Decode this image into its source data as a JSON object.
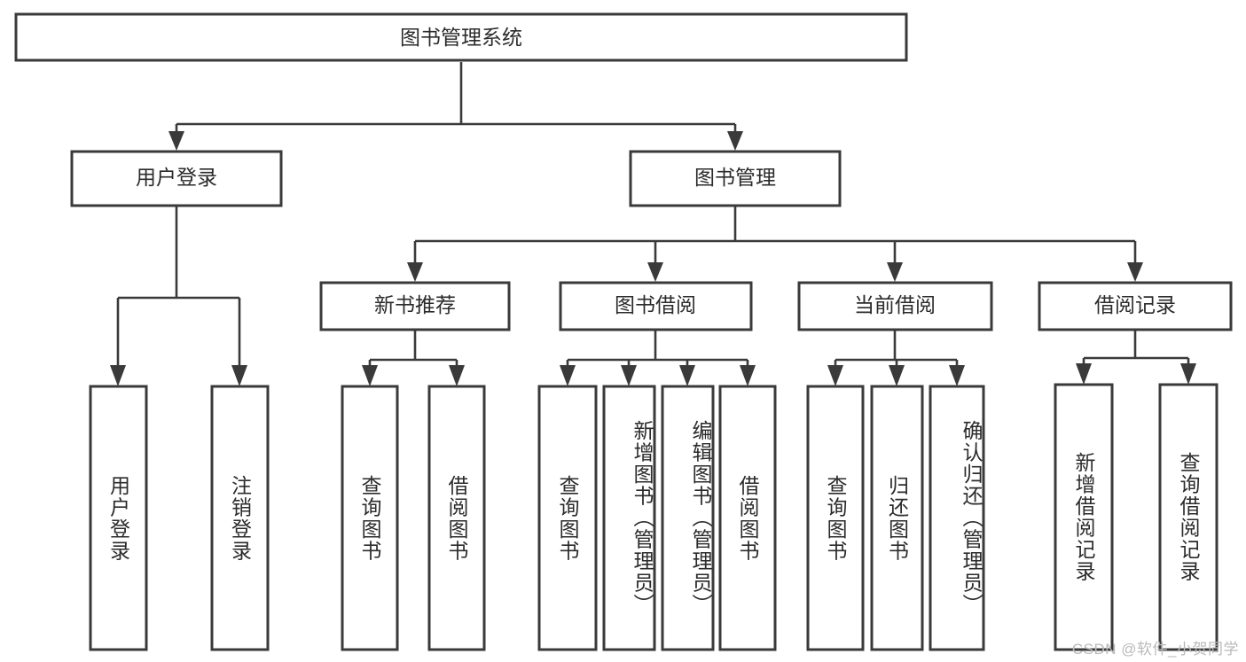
{
  "diagram": {
    "type": "tree",
    "title": "图书管理系统",
    "watermark": "CSDN @软件_小贺同学",
    "colors": {
      "box_stroke": "#3a3a3a",
      "box_fill": "#ffffff",
      "line": "#3a3a3a",
      "text": "#2b2b2b",
      "background": "#ffffff",
      "watermark_text": "#b9b9b9"
    },
    "levels": {
      "root": "图书管理系统",
      "level2": [
        "用户登录",
        "图书管理"
      ],
      "level3": [
        "新书推荐",
        "图书借阅",
        "当前借阅",
        "借阅记录"
      ]
    },
    "nodes": {
      "root": {
        "id": "root",
        "label": "图书管理系统",
        "level": 1,
        "orientation": "horizontal"
      },
      "user_login": {
        "id": "user_login",
        "label": "用户登录",
        "level": 2,
        "orientation": "horizontal",
        "parent": "root"
      },
      "book_mgmt": {
        "id": "book_mgmt",
        "label": "图书管理",
        "level": 2,
        "orientation": "horizontal",
        "parent": "root"
      },
      "new_book_rec": {
        "id": "new_book_rec",
        "label": "新书推荐",
        "level": 3,
        "orientation": "horizontal",
        "parent": "book_mgmt"
      },
      "book_borrow": {
        "id": "book_borrow",
        "label": "图书借阅",
        "level": 3,
        "orientation": "horizontal",
        "parent": "book_mgmt"
      },
      "current_borrow": {
        "id": "current_borrow",
        "label": "当前借阅",
        "level": 3,
        "orientation": "horizontal",
        "parent": "book_mgmt"
      },
      "borrow_record": {
        "id": "borrow_record",
        "label": "借阅记录",
        "level": 3,
        "orientation": "horizontal",
        "parent": "book_mgmt"
      },
      "leaf_user_login": {
        "id": "leaf_user_login",
        "label": "用户登录",
        "level": 4,
        "orientation": "vertical",
        "parent": "user_login"
      },
      "leaf_logout": {
        "id": "leaf_logout",
        "label": "注销登录",
        "level": 4,
        "orientation": "vertical",
        "parent": "user_login"
      },
      "leaf_query_book_a": {
        "id": "leaf_query_book_a",
        "label": "查询图书",
        "level": 4,
        "orientation": "vertical",
        "parent": "new_book_rec"
      },
      "leaf_borrow_book_a": {
        "id": "leaf_borrow_book_a",
        "label": "借阅图书",
        "level": 4,
        "orientation": "vertical",
        "parent": "new_book_rec"
      },
      "leaf_query_book_b": {
        "id": "leaf_query_book_b",
        "label": "查询图书",
        "level": 4,
        "orientation": "vertical",
        "parent": "book_borrow"
      },
      "leaf_add_book": {
        "id": "leaf_add_book",
        "label": "新增图书（管理员）",
        "level": 4,
        "orientation": "vertical",
        "parent": "book_borrow"
      },
      "leaf_edit_book": {
        "id": "leaf_edit_book",
        "label": "编辑图书（管理员）",
        "level": 4,
        "orientation": "vertical",
        "parent": "book_borrow"
      },
      "leaf_borrow_book_b": {
        "id": "leaf_borrow_book_b",
        "label": "借阅图书",
        "level": 4,
        "orientation": "vertical",
        "parent": "book_borrow"
      },
      "leaf_query_book_c": {
        "id": "leaf_query_book_c",
        "label": "查询图书",
        "level": 4,
        "orientation": "vertical",
        "parent": "current_borrow"
      },
      "leaf_return_book": {
        "id": "leaf_return_book",
        "label": "归还图书",
        "level": 4,
        "orientation": "vertical",
        "parent": "current_borrow"
      },
      "leaf_confirm_return": {
        "id": "leaf_confirm_return",
        "label": "确认归还（管理员）",
        "level": 4,
        "orientation": "vertical",
        "parent": "current_borrow"
      },
      "leaf_add_record": {
        "id": "leaf_add_record",
        "label": "新增借阅记录",
        "level": 4,
        "orientation": "vertical",
        "parent": "borrow_record"
      },
      "leaf_query_record": {
        "id": "leaf_query_record",
        "label": "查询借阅记录",
        "level": 4,
        "orientation": "vertical",
        "parent": "borrow_record"
      }
    },
    "edges": [
      {
        "from": "root",
        "to": "user_login"
      },
      {
        "from": "root",
        "to": "book_mgmt"
      },
      {
        "from": "book_mgmt",
        "to": "new_book_rec"
      },
      {
        "from": "book_mgmt",
        "to": "book_borrow"
      },
      {
        "from": "book_mgmt",
        "to": "current_borrow"
      },
      {
        "from": "book_mgmt",
        "to": "borrow_record"
      },
      {
        "from": "user_login",
        "to": "leaf_user_login"
      },
      {
        "from": "user_login",
        "to": "leaf_logout"
      },
      {
        "from": "new_book_rec",
        "to": "leaf_query_book_a"
      },
      {
        "from": "new_book_rec",
        "to": "leaf_borrow_book_a"
      },
      {
        "from": "book_borrow",
        "to": "leaf_query_book_b"
      },
      {
        "from": "book_borrow",
        "to": "leaf_add_book"
      },
      {
        "from": "book_borrow",
        "to": "leaf_edit_book"
      },
      {
        "from": "book_borrow",
        "to": "leaf_borrow_book_b"
      },
      {
        "from": "current_borrow",
        "to": "leaf_query_book_c"
      },
      {
        "from": "current_borrow",
        "to": "leaf_return_book"
      },
      {
        "from": "current_borrow",
        "to": "leaf_confirm_return"
      },
      {
        "from": "borrow_record",
        "to": "leaf_add_record"
      },
      {
        "from": "borrow_record",
        "to": "leaf_query_record"
      }
    ]
  }
}
